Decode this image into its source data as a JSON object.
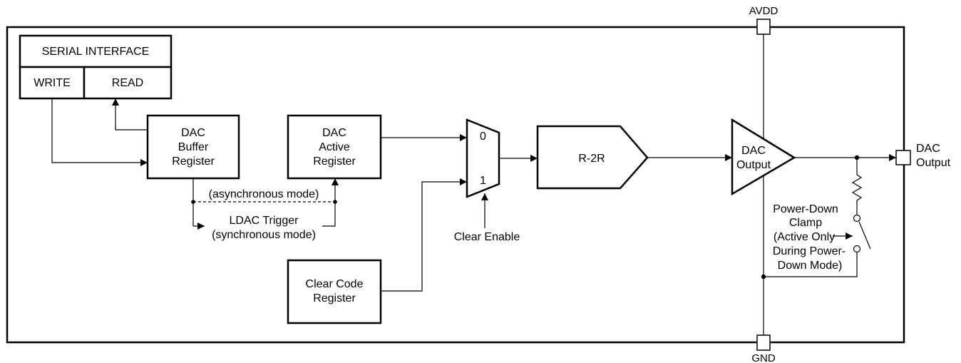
{
  "serial_interface": {
    "title": "SERIAL INTERFACE",
    "write": "WRITE",
    "read": "READ"
  },
  "dac_buffer_register": [
    "DAC",
    "Buffer",
    "Register"
  ],
  "dac_active_register": [
    "DAC",
    "Active",
    "Register"
  ],
  "clear_code_register": [
    "Clear Code",
    "Register"
  ],
  "mux": {
    "input0": "0",
    "input1": "1"
  },
  "clear_enable": "Clear Enable",
  "r2r": "R-2R",
  "dac_output_amp": [
    "DAC",
    "Output"
  ],
  "async_mode": "(asynchronous mode)",
  "ldac_trigger": [
    "LDAC Trigger",
    "(synchronous mode)"
  ],
  "avdd": "AVDD",
  "gnd": "GND",
  "output_pin": [
    "DAC",
    "Output"
  ],
  "power_down_clamp": [
    "Power-Down",
    "Clamp",
    "(Active Only",
    "During Power-",
    "Down Mode)"
  ]
}
